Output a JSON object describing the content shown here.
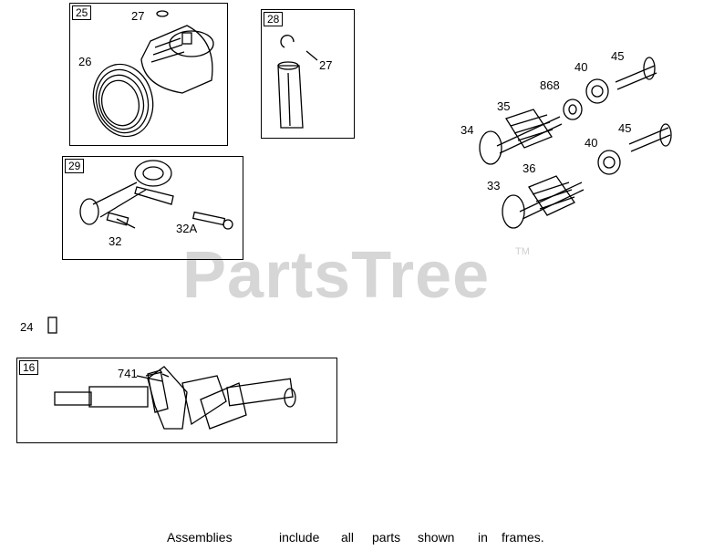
{
  "watermark": {
    "text": "PartsTree",
    "mark": "TM"
  },
  "frames": {
    "f25": {
      "id": "25"
    },
    "f28": {
      "id": "28"
    },
    "f29": {
      "id": "29"
    },
    "f16": {
      "id": "16"
    }
  },
  "callouts": {
    "c27a": "27",
    "c26": "26",
    "c27b": "27",
    "c32": "32",
    "c32a": "32A",
    "c24": "24",
    "c741": "741",
    "c868": "868",
    "c40a": "40",
    "c45a": "45",
    "c35": "35",
    "c34": "34",
    "c40b": "40",
    "c45b": "45",
    "c36": "36",
    "c33": "33"
  },
  "footer": {
    "words": [
      "Assemblies",
      "include",
      "all",
      "parts",
      "shown",
      "in",
      "frames."
    ]
  },
  "colors": {
    "line": "#000000",
    "watermark": "#d6d6d6",
    "background": "#ffffff"
  }
}
